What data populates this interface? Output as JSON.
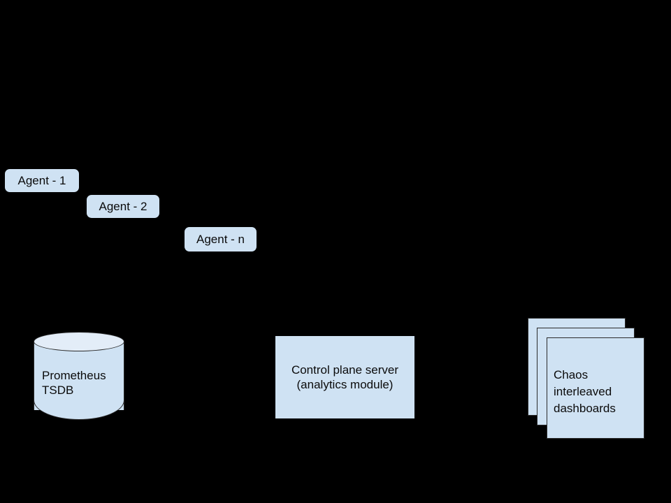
{
  "diagram": {
    "background_color": "#000000",
    "node_fill": "#cfe2f3",
    "node_fill_light": "#e3edf8",
    "stroke_color": "#2b2b2b",
    "text_color": "#0b0b0b",
    "agents": [
      {
        "label": "Agent - 1"
      },
      {
        "label": "Agent - 2"
      },
      {
        "label": "Agent - n"
      }
    ],
    "datastore": {
      "line1": "Prometheus",
      "line2": "TSDB"
    },
    "server": {
      "line1": "Control plane server",
      "line2": "(analytics module)"
    },
    "dashboards": {
      "line1": "Chaos",
      "line2": "interleaved",
      "line3": "dashboards"
    }
  }
}
